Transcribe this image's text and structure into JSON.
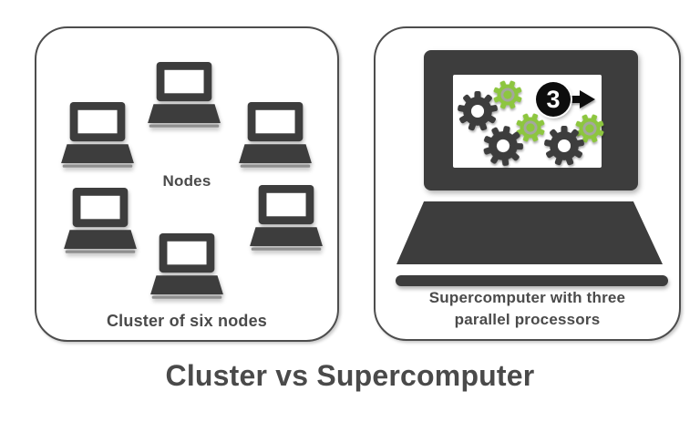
{
  "title": "Cluster vs Supercomputer",
  "cluster_panel": {
    "center_label": "Nodes",
    "caption": "Cluster of six nodes",
    "node_count": 6
  },
  "supercomputer_panel": {
    "processor_badge": "3",
    "caption_line1": "Supercomputer with three",
    "caption_line2": "parallel processors",
    "dark_gear_count": 3,
    "green_gear_count": 3
  },
  "colors": {
    "dark": "#3d3d3d",
    "green": "#8dc63f",
    "text": "#4a4a4a",
    "border": "#4d4d4d"
  }
}
